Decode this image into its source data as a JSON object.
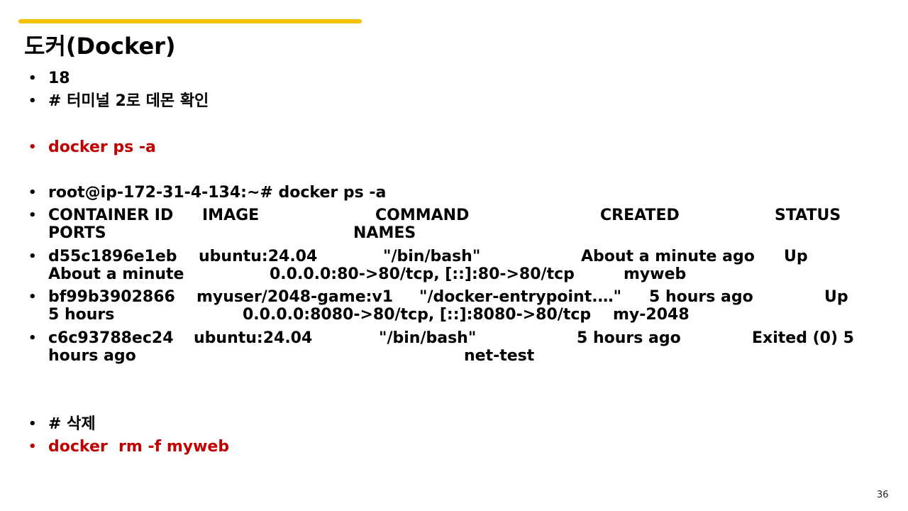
{
  "title": "도커(Docker)",
  "bullet_symbol": "•",
  "items": {
    "num": "18",
    "comment_demo": "# 터미널 2로 데몬 확인",
    "cmd_ps": "docker ps -a",
    "prompt": "root@ip-172-31-4-134:~# docker ps -a",
    "header": [
      "CONTAINER ID",
      "IMAGE",
      "COMMAND",
      "CREATED",
      "STATUS",
      "PORTS",
      "NAMES"
    ],
    "row1": [
      "d55c1896e1eb",
      "ubuntu:24.04",
      "\"/bin/bash\"",
      "About a minute ago",
      "Up",
      "About a minute",
      "0.0.0.0:80->80/tcp, [::]:80->80/tcp",
      "myweb"
    ],
    "row2": [
      "bf99b3902866",
      "myuser/2048-game:v1",
      "\"/docker-entrypoint.…\"",
      "5 hours ago",
      "Up",
      "5 hours",
      "0.0.0.0:8080->80/tcp, [::]:8080->80/tcp",
      "my-2048"
    ],
    "row3": [
      "c6c93788ec24",
      "ubuntu:24.04",
      "\"/bin/bash\"",
      "5 hours ago",
      "Exited (0) 5",
      "hours ago",
      "net-test"
    ],
    "comment_delete": "# 삭제",
    "cmd_rm": "docker  rm -f myweb"
  },
  "colors": {
    "accent": "#f5c000",
    "command_red": "#c00000",
    "text": "#000000"
  },
  "page_number": "36"
}
